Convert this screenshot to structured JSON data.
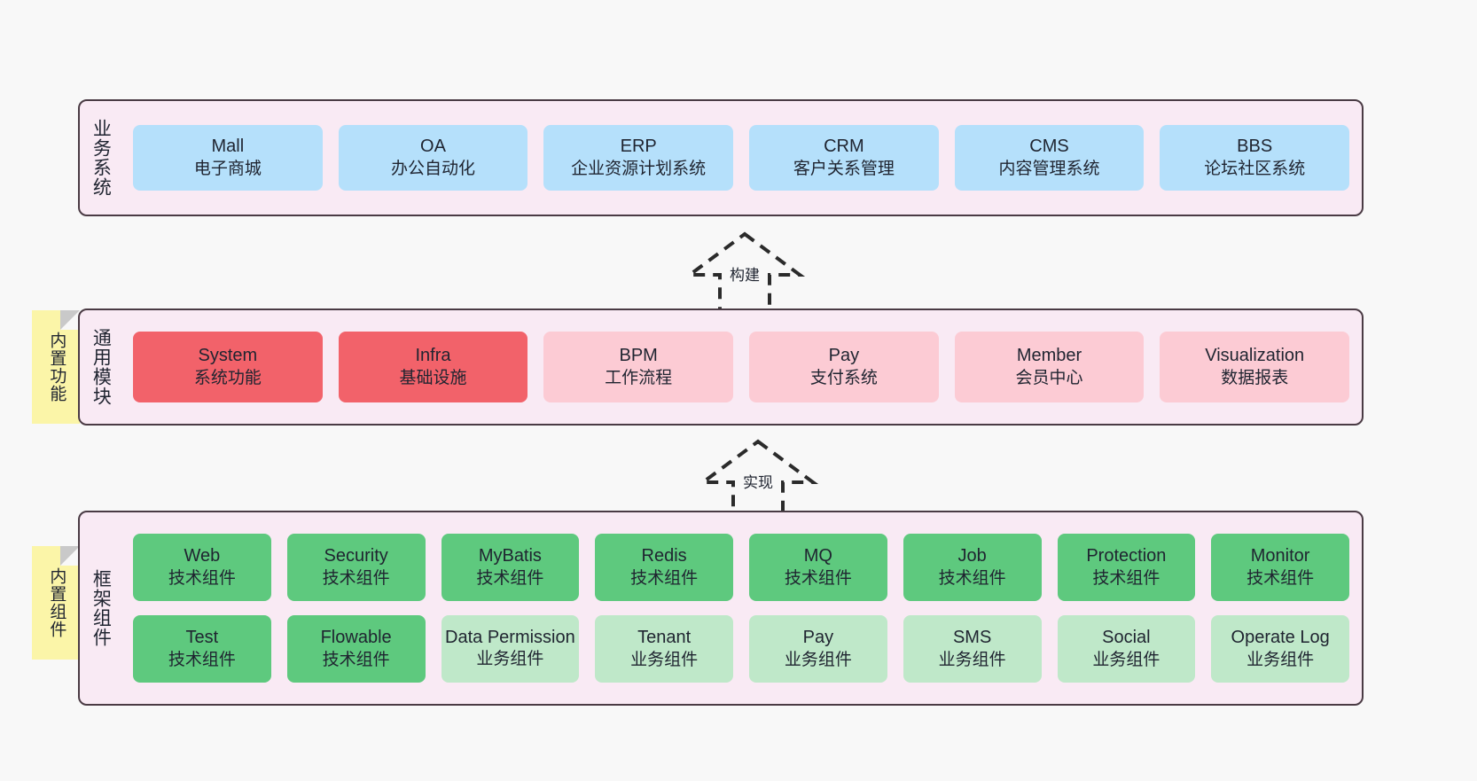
{
  "layers": [
    {
      "id": "business",
      "title": "业务系统",
      "rows": [
        {
          "cards": [
            {
              "en": "Mall",
              "cn": "电子商城",
              "style": "c-blue"
            },
            {
              "en": "OA",
              "cn": "办公自动化",
              "style": "c-blue"
            },
            {
              "en": "ERP",
              "cn": "企业资源计划系统",
              "style": "c-blue"
            },
            {
              "en": "CRM",
              "cn": "客户关系管理",
              "style": "c-blue"
            },
            {
              "en": "CMS",
              "cn": "内容管理系统",
              "style": "c-blue"
            },
            {
              "en": "BBS",
              "cn": "论坛社区系统",
              "style": "c-blue"
            }
          ]
        }
      ]
    },
    {
      "id": "common",
      "title": "通用模块",
      "rows": [
        {
          "cards": [
            {
              "en": "System",
              "cn": "系统功能",
              "style": "c-red"
            },
            {
              "en": "Infra",
              "cn": "基础设施",
              "style": "c-red"
            },
            {
              "en": "BPM",
              "cn": "工作流程",
              "style": "c-pink"
            },
            {
              "en": "Pay",
              "cn": "支付系统",
              "style": "c-pink"
            },
            {
              "en": "Member",
              "cn": "会员中心",
              "style": "c-pink"
            },
            {
              "en": "Visualization",
              "cn": "数据报表",
              "style": "c-pink"
            }
          ]
        }
      ]
    },
    {
      "id": "framework",
      "title": "框架组件",
      "rows": [
        {
          "cards": [
            {
              "en": "Web",
              "cn": "技术组件",
              "style": "c-green"
            },
            {
              "en": "Security",
              "cn": "技术组件",
              "style": "c-green"
            },
            {
              "en": "MyBatis",
              "cn": "技术组件",
              "style": "c-green"
            },
            {
              "en": "Redis",
              "cn": "技术组件",
              "style": "c-green"
            },
            {
              "en": "MQ",
              "cn": "技术组件",
              "style": "c-green"
            },
            {
              "en": "Job",
              "cn": "技术组件",
              "style": "c-green"
            },
            {
              "en": "Protection",
              "cn": "技术组件",
              "style": "c-green"
            },
            {
              "en": "Monitor",
              "cn": "技术组件",
              "style": "c-green"
            }
          ]
        },
        {
          "cards": [
            {
              "en": "Test",
              "cn": "技术组件",
              "style": "c-green"
            },
            {
              "en": "Flowable",
              "cn": "技术组件",
              "style": "c-green"
            },
            {
              "en": "Data Permission",
              "cn": "业务组件",
              "style": "c-lightgreen"
            },
            {
              "en": "Tenant",
              "cn": "业务组件",
              "style": "c-lightgreen"
            },
            {
              "en": "Pay",
              "cn": "业务组件",
              "style": "c-lightgreen"
            },
            {
              "en": "SMS",
              "cn": "业务组件",
              "style": "c-lightgreen"
            },
            {
              "en": "Social",
              "cn": "业务组件",
              "style": "c-lightgreen"
            },
            {
              "en": "Operate Log",
              "cn": "业务组件",
              "style": "c-lightgreen"
            }
          ]
        }
      ]
    }
  ],
  "notes": [
    {
      "id": "functions",
      "text": "内置功能"
    },
    {
      "id": "components",
      "text": "内置组件"
    }
  ],
  "connectors": [
    {
      "id": "build",
      "label": "构建"
    },
    {
      "id": "implement",
      "label": "实现"
    }
  ],
  "colors": {
    "canvas": "#f8f8f8",
    "layer_band": "#f9eaf4",
    "layer_border": "#4a3b44",
    "business_card": "#b5e0fb",
    "module_primary": "#f2626a",
    "module_secondary": "#fccbd4",
    "tech_component": "#5ec97e",
    "business_component": "#bfe8c9",
    "note": "#fbf5a8",
    "note_fold": "#c9c9c9",
    "text": "#1f2430"
  }
}
